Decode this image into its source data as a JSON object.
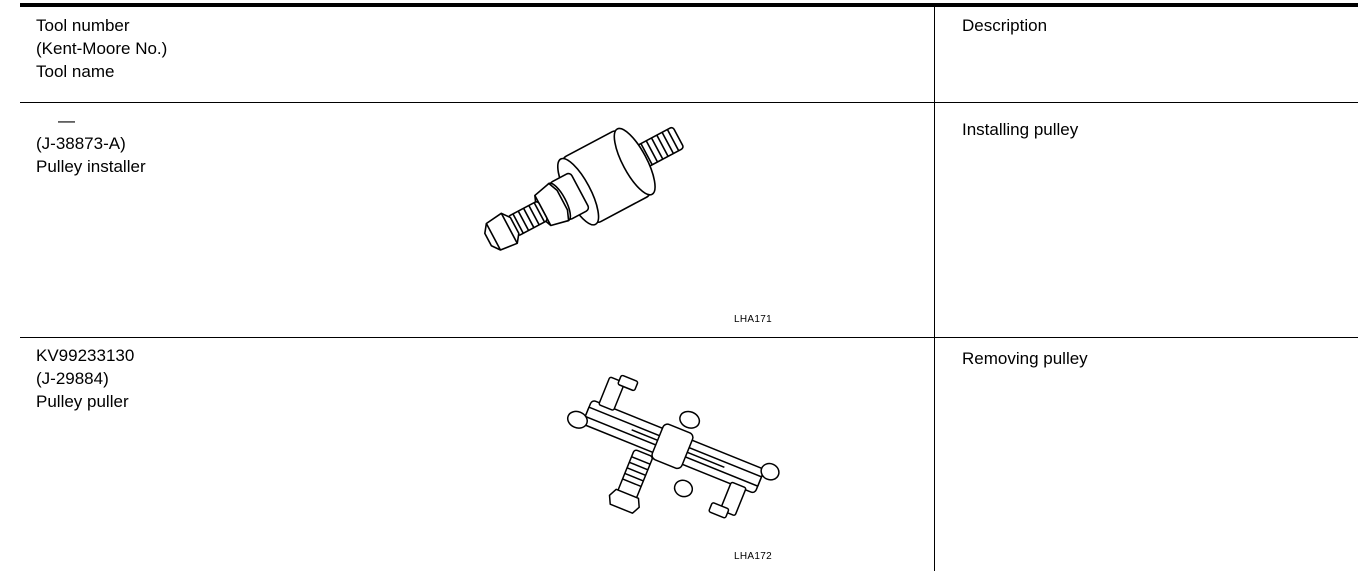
{
  "header": {
    "tool_col": [
      "Tool number",
      "(Kent-Moore No.)",
      "Tool name"
    ],
    "description_col": "Description"
  },
  "rows": [
    {
      "tool_number": "—",
      "kent_moore": "(J-38873-A)",
      "tool_name": "Pulley installer",
      "description": "Installing pulley",
      "illustration_code": "LHA171",
      "illustration": "pulley-installer-icon"
    },
    {
      "tool_number": "KV99233130",
      "kent_moore": "(J-29884)",
      "tool_name": "Pulley puller",
      "description": "Removing pulley",
      "illustration_code": "LHA172",
      "illustration": "pulley-puller-icon"
    }
  ]
}
